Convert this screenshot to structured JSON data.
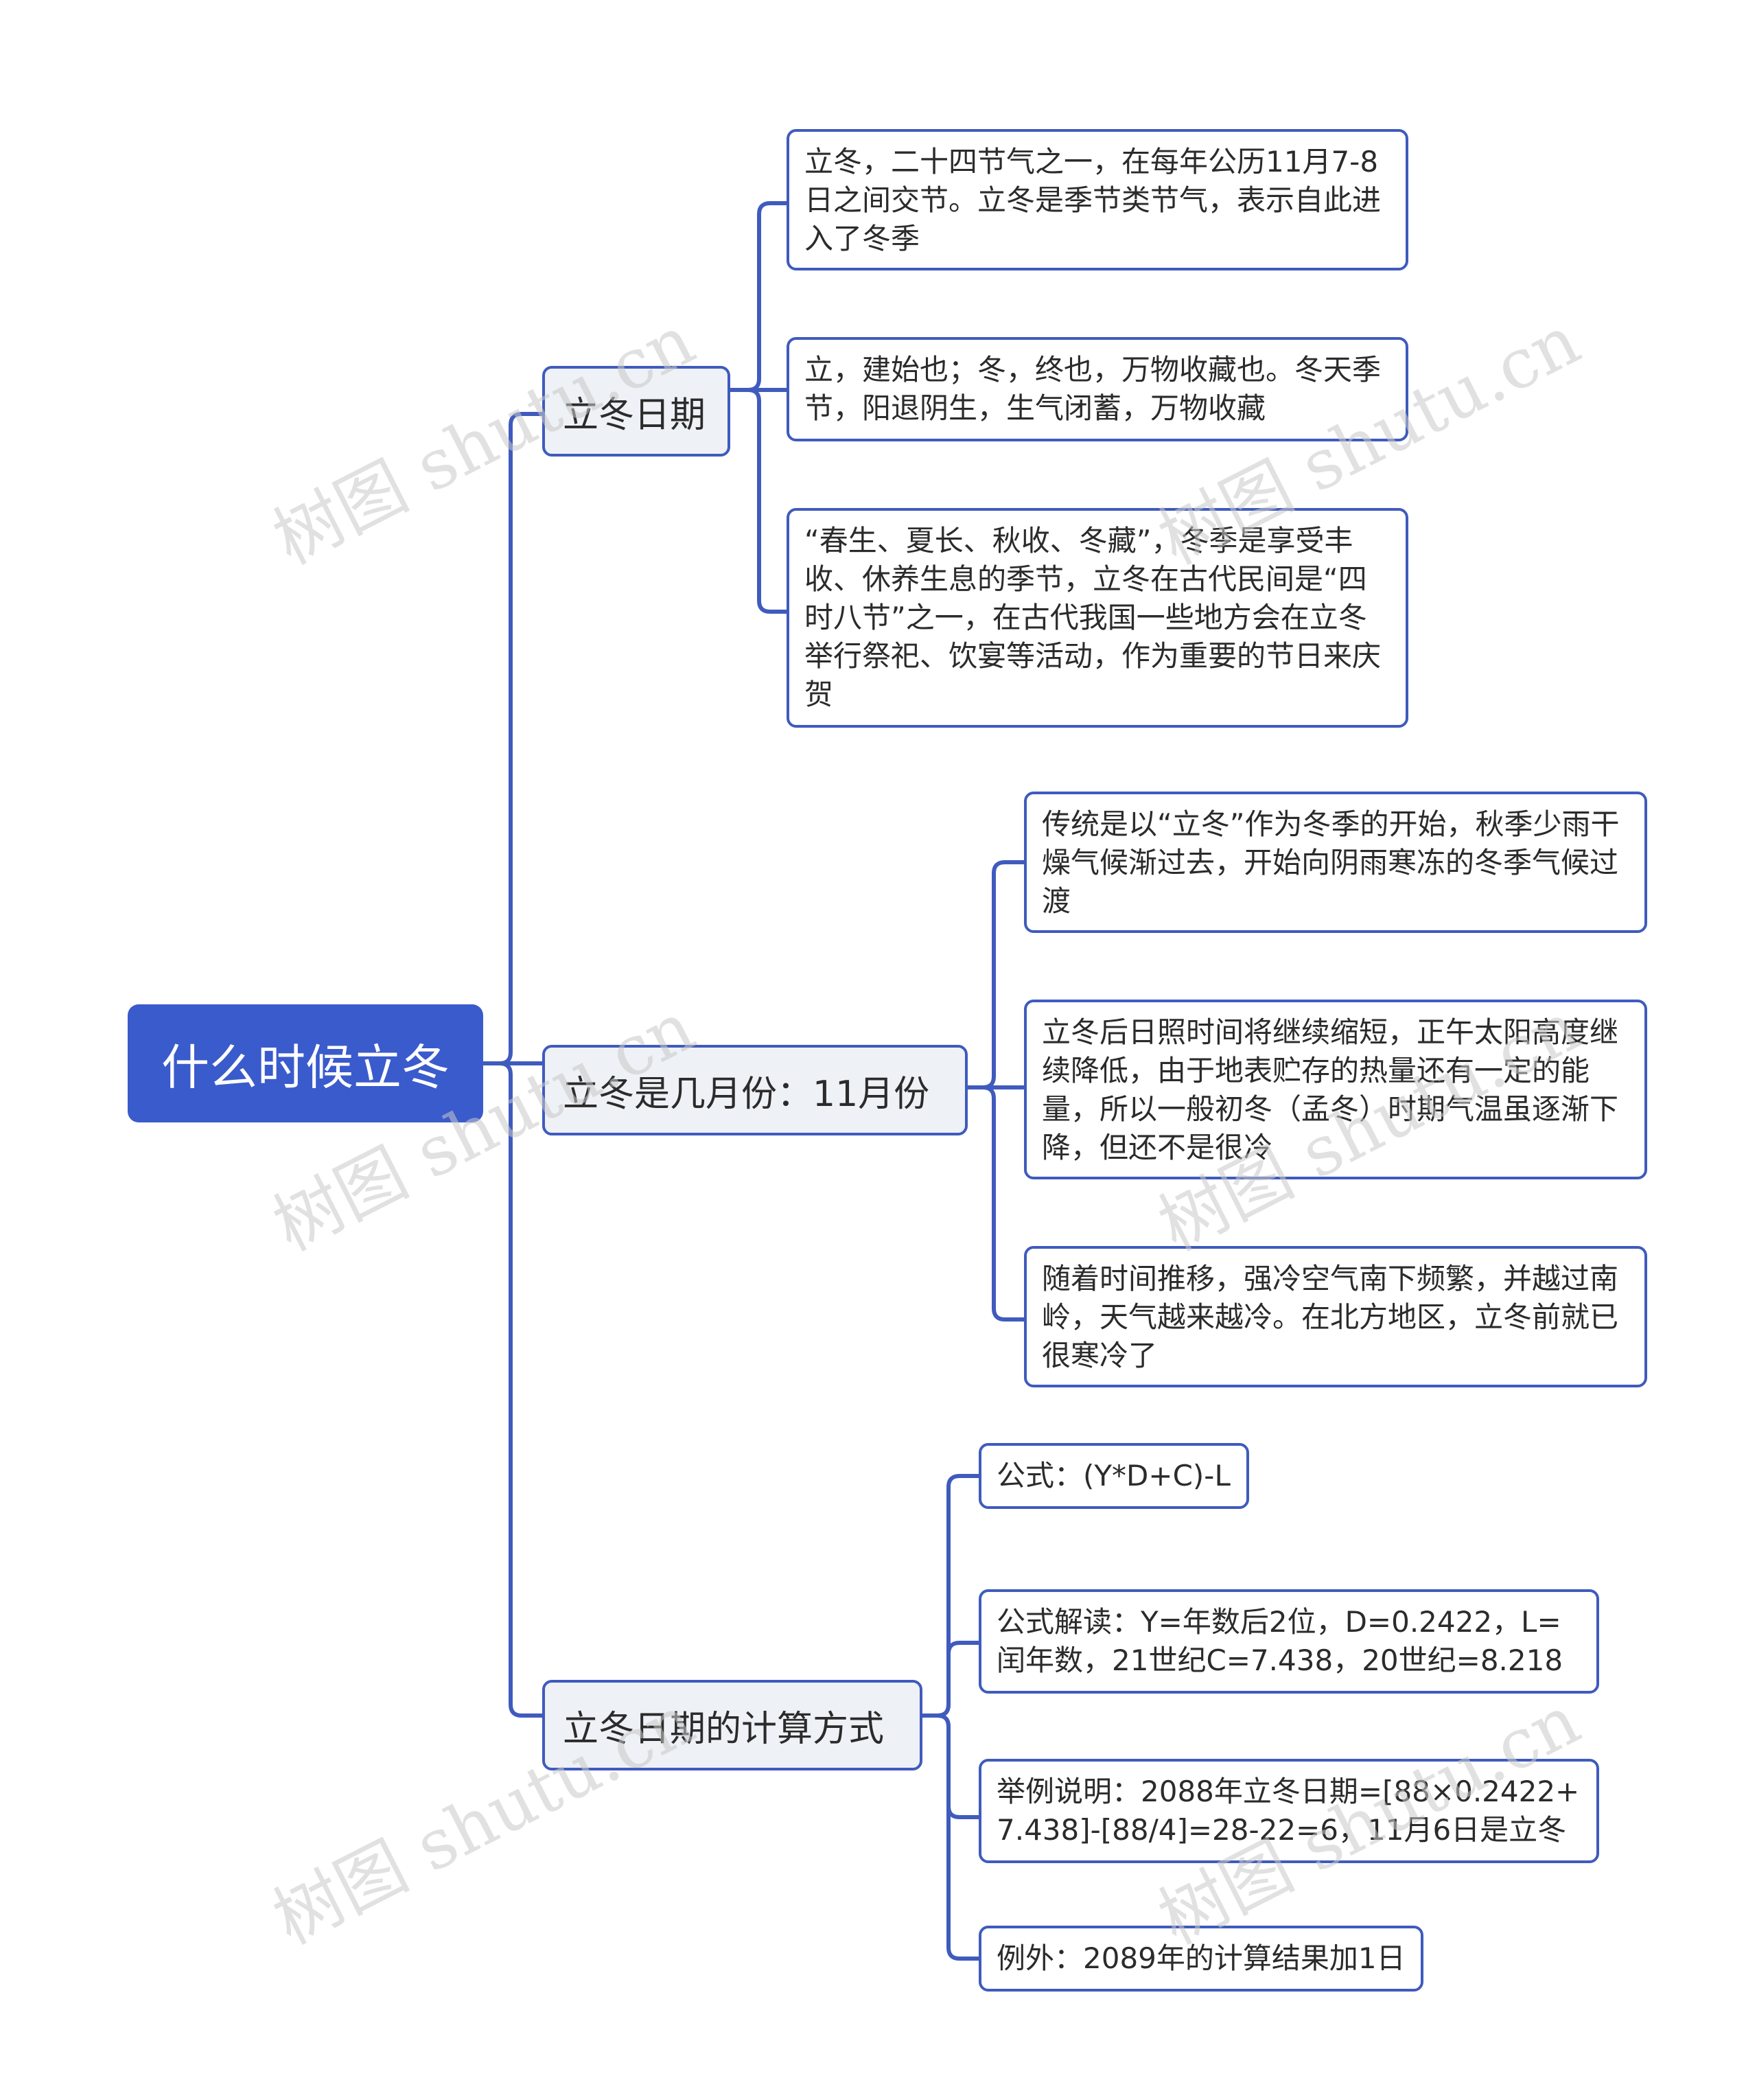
{
  "root": {
    "label": "什么时候立冬"
  },
  "branches": [
    {
      "label": "立冬日期",
      "children": [
        "立冬，二十四节气之一，在每年公历11月7-8日之间交节。立冬是季节类节气，表示自此进入了冬季",
        "立，建始也；冬，终也，万物收藏也。冬天季节，阳退阴生，生气闭蓄，万物收藏",
        "“春生、夏长、秋收、冬藏”，冬季是享受丰收、休养生息的季节，立冬在古代民间是“四时八节”之一，在古代我国一些地方会在立冬举行祭祀、饮宴等活动，作为重要的节日来庆贺"
      ]
    },
    {
      "label": "立冬是几月份：11月份",
      "children": [
        "传统是以“立冬”作为冬季的开始，秋季少雨干燥气候渐过去，开始向阴雨寒冻的冬季气候过渡",
        "立冬后日照时间将继续缩短，正午太阳高度继续降低，由于地表贮存的热量还有一定的能量，所以一般初冬（孟冬）时期气温虽逐渐下降，但还不是很冷",
        "随着时间推移，强冷空气南下频繁，并越过南岭，天气越来越冷。在北方地区，立冬前就已很寒冷了"
      ]
    },
    {
      "label": "立冬日期的计算方式",
      "children": [
        "公式：(Y*D+C)-L",
        "公式解读：Y=年数后2位，D=0.2422，L=闰年数，21世纪C=7.438，20世纪=8.218",
        "举例说明：2088年立冬日期=[88×0.2422+7.438]-[88/4]=28-22=6，11月6日是立冬",
        "例外：2089年的计算结果加1日"
      ]
    }
  ],
  "watermark": "树图 shutu.cn",
  "colors": {
    "root_fill": "#3a5bcc",
    "line": "#3f5bbd",
    "branch_fill": "#eef1f5",
    "leaf_fill": "#ffffff"
  }
}
